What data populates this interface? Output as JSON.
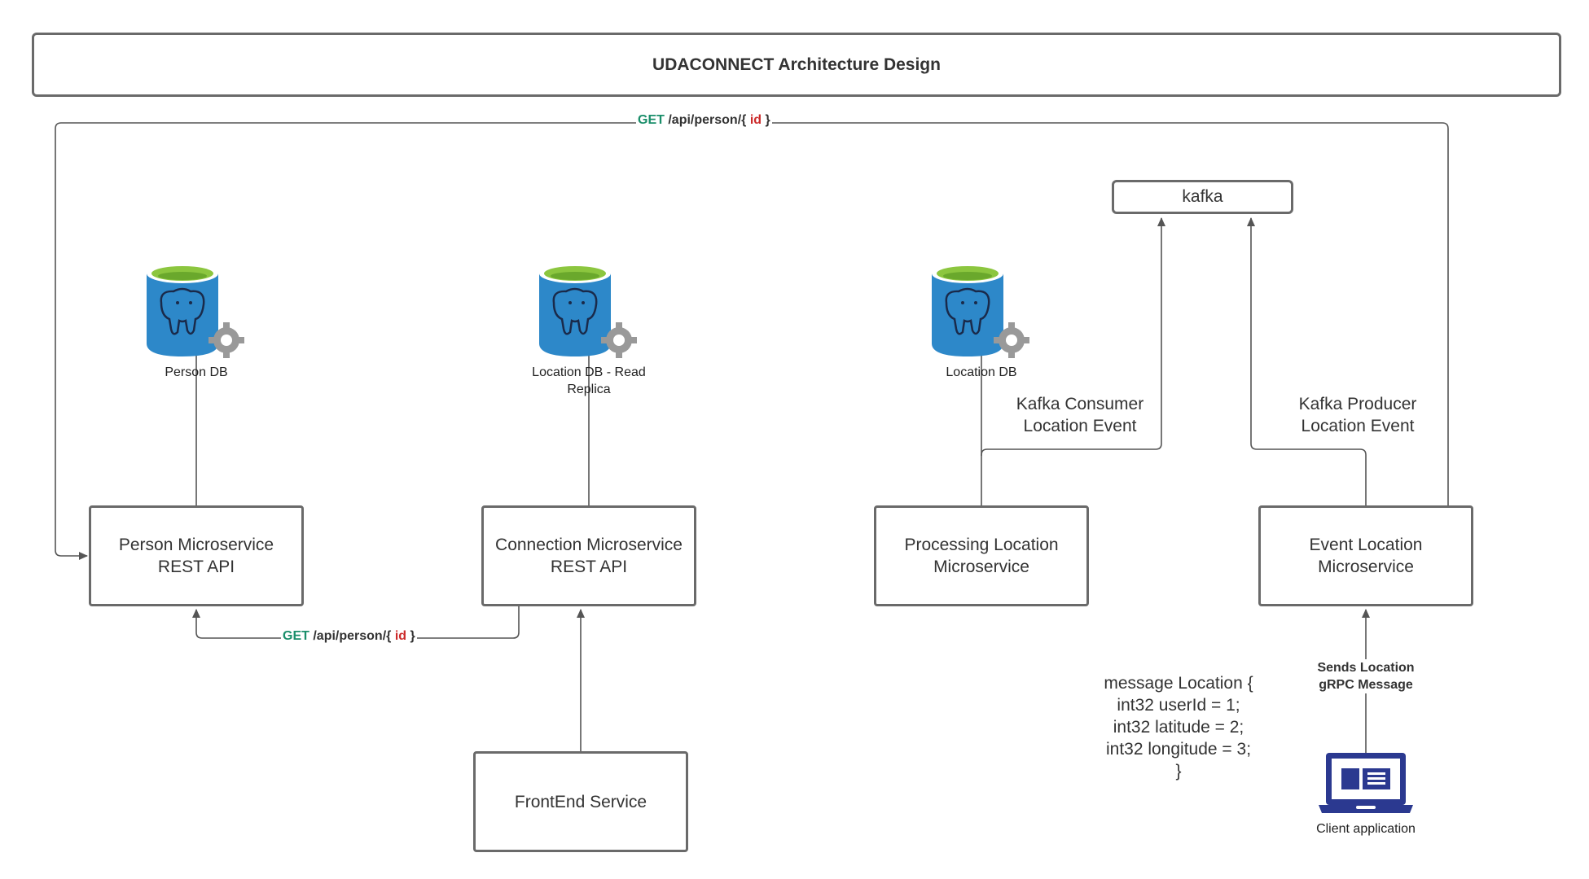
{
  "title": "UDACONNECT Architecture Design",
  "services": {
    "person": {
      "line1": "Person Microservice",
      "line2": "REST API"
    },
    "connection": {
      "line1": "Connection Microservice",
      "line2": "REST API"
    },
    "processing": {
      "line1": "Processing Location",
      "line2": "Microservice"
    },
    "event": {
      "line1": "Event Location",
      "line2": "Microservice"
    },
    "frontend": {
      "line1": "FrontEnd Service"
    }
  },
  "kafka": "kafka",
  "databases": {
    "person_db": "Person DB",
    "location_read_replica": "Location DB - Read Replica",
    "location_db": "Location DB"
  },
  "edges": {
    "top_get": {
      "verb": "GET",
      "path": "/api/person/{",
      "param": "id",
      "close": "}"
    },
    "bottom_get": {
      "verb": "GET",
      "path": "/api/person/{",
      "param": "id",
      "close": "}"
    },
    "kafka_consumer": {
      "line1": "Kafka Consumer",
      "line2": "Location Event"
    },
    "kafka_producer": {
      "line1": "Kafka Producer",
      "line2": "Location Event"
    },
    "grpc": {
      "line1": "Sends Location",
      "line2": "gRPC Message"
    }
  },
  "proto": {
    "line1": "message Location {",
    "line2": "int32 userId = 1;",
    "line3": "int32 latitude = 2;",
    "line4": "int32 longitude = 3;",
    "line5": "}"
  },
  "client": "Client application",
  "colors": {
    "box_border": "#6a6a6a",
    "line": "#555555",
    "http_verb": "#1a8e6a",
    "path_param": "#cc2a2a",
    "db_blue": "#2d88c9",
    "db_green": "#8cc63f",
    "gear": "#999999",
    "client_icon": "#2b3990"
  },
  "icons": {
    "database": "postgres-database-icon",
    "client": "laptop-icon"
  }
}
